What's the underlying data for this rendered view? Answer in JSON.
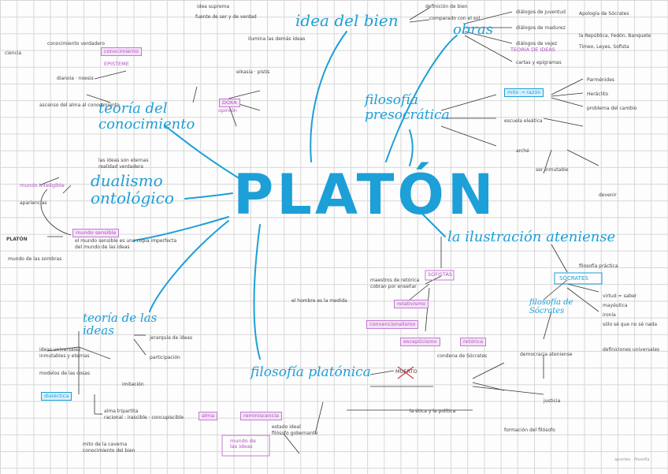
{
  "title": "PLATÓN",
  "branches": {
    "idea_bien": "idea del bien",
    "obras": "obras",
    "teoria": "teoría del\nconocimiento",
    "presocratica": "filosofía\npresocrática",
    "dualismo": "dualismo\nontológico",
    "ilustracion": "la ilustración ateniense",
    "ideas": "teoría de las\nideas",
    "platonica": "filosofía platónica"
  },
  "labels": {
    "conocimiento": "conocimiento",
    "episteme": "EPISTEME",
    "doxa": "DOXA",
    "opinion": "opinión",
    "mundo_sensible": "mundo sensible",
    "mundo_inteligible": "mundo inteligible",
    "sofistas": "SOFISTAS",
    "socrates": "SÓCRATES",
    "filosofia_socrates": "filosofía de\nSócrates",
    "mito_razon": "mito → razón",
    "mundo_ideas": "mundo de\nlas ideas",
    "alma": "alma",
    "reminiscencia": "reminiscencia",
    "dialectica": "dialéctica",
    "relativismo": "relativismo",
    "convencionalismo": "convencionalismo",
    "escepticismo": "escepticismo",
    "retorica": "retórica",
    "teoria_ideas_box": "TEORÍA DE IDEAS",
    "muerto": "MUERTO",
    "platon_small": "PLATÓN"
  },
  "notes": [
    "definición de bien",
    "idea suprema",
    "fuente de ser y de verdad",
    "ilumina las demás ideas",
    "comparado con el sol",
    "diálogos de juventud",
    "diálogos de madurez",
    "diálogos de vejez",
    "cartas y epigramas",
    "la República, Fedón, Banquete",
    "Timeo, Leyes, Sofista",
    "Apología de Sócrates",
    "conocimiento verdadero",
    "ciencia",
    "dianoia · noesis",
    "eikasia · pistis",
    "ascenso del alma al conocimiento",
    "escuela eleática",
    "Parménides",
    "Heráclito",
    "arché",
    "problema del cambio",
    "ser inmutable",
    "devenir",
    "el mundo sensible es una copia imperfecta",
    "del mundo de las ideas",
    "las ideas son eternas",
    "realidad verdadera",
    "apariencias",
    "mundo de las sombras",
    "filosofía práctica",
    "virtud = saber",
    "mayéutica",
    "ironía",
    "sólo sé que no sé nada",
    "definiciones universales",
    "maestros de retórica",
    "cobran por enseñar",
    "el hombre es la medida",
    "condena de Sócrates",
    "democracia ateniense",
    "ideas universales",
    "inmutables y eternas",
    "modelos de las cosas",
    "jerarquía de ideas",
    "participación",
    "imitación",
    "alma tripartita",
    "racional · irascible · concupiscible",
    "estado ideal",
    "filósofo gobernante",
    "mito de la caverna",
    "conocimiento del bien",
    "la ética y la política",
    "justicia",
    "formación del filósofo"
  ],
  "watermark": "apuntes · filosofía"
}
